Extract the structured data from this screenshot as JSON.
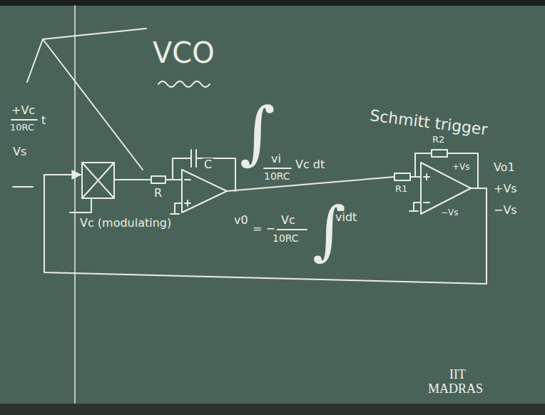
{
  "diagram": {
    "title": "VCO",
    "labels": [
      "+Vc",
      "10RC",
      "t",
      "Vs",
      "Vc (modulating)",
      "R",
      "C",
      "∫",
      "vi",
      "10RC",
      "Vc dt",
      "v0",
      "= −",
      "Vc",
      "10RC",
      "∫",
      "vidt",
      "Schmitt trigger",
      "R2",
      "R1",
      "+Vs",
      "−Vs",
      "Vo1",
      "+Vs",
      "−Vs",
      "IIT",
      "MADRAS"
    ]
  }
}
